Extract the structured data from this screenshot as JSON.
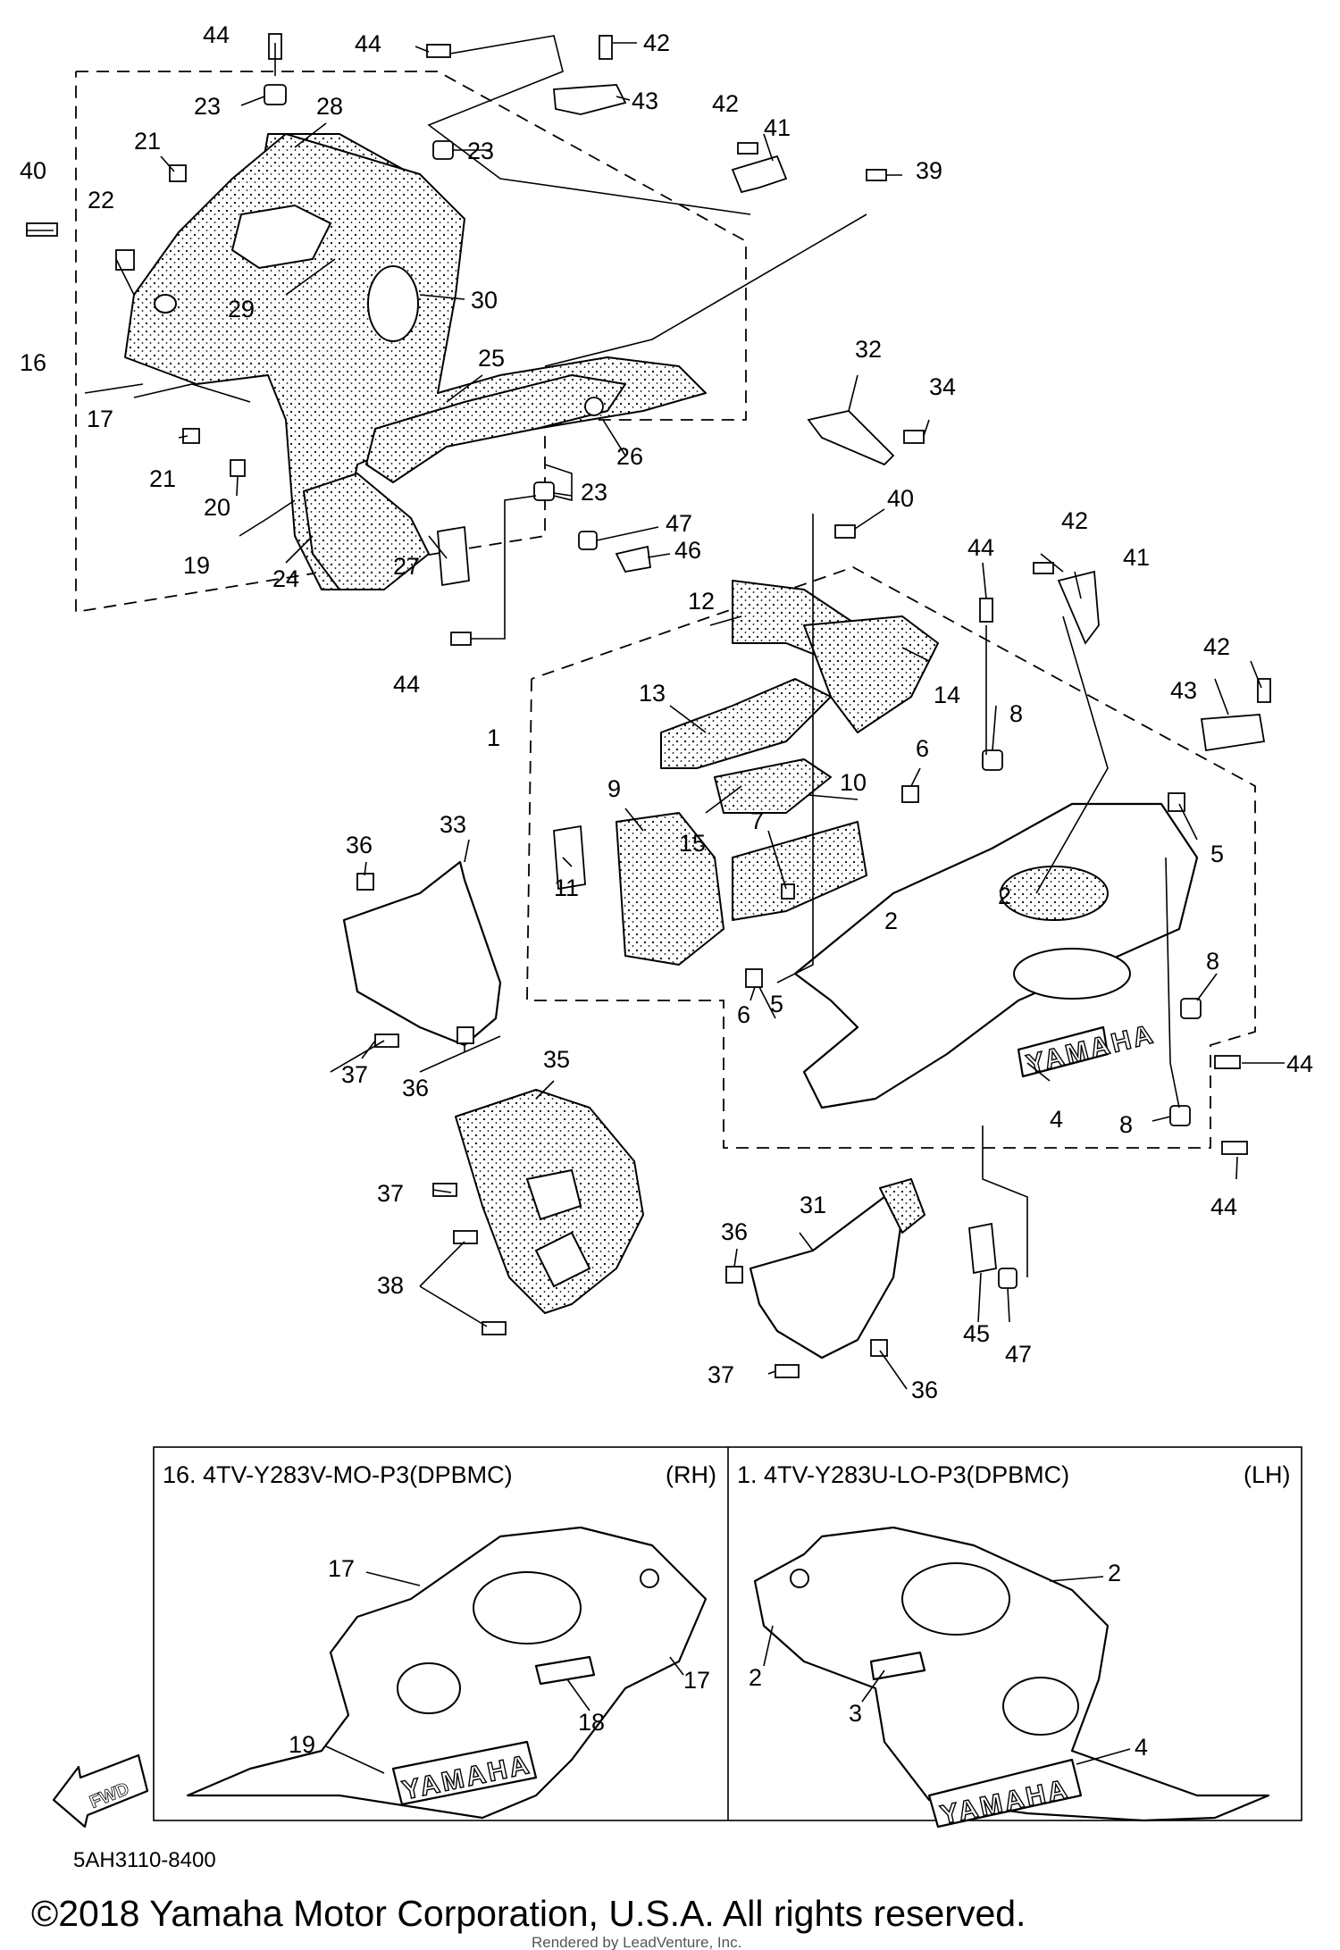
{
  "callouts": {
    "c1": "1",
    "c2a": "2",
    "c2b": "2",
    "c4": "4",
    "c5a": "5",
    "c5b": "5",
    "c6a": "6",
    "c6b": "6",
    "c7": "7",
    "c8a": "8",
    "c8b": "8",
    "c8c": "8",
    "c9": "9",
    "c10": "10",
    "c11": "11",
    "c12": "12",
    "c13": "13",
    "c14": "14",
    "c15": "15",
    "c16": "16",
    "c17": "17",
    "c19": "19",
    "c20": "20",
    "c21a": "21",
    "c21b": "21",
    "c22": "22",
    "c23a": "23",
    "c23b": "23",
    "c23c": "23",
    "c24": "24",
    "c25": "25",
    "c26": "26",
    "c27": "27",
    "c28": "28",
    "c29": "29",
    "c30": "30",
    "c31": "31",
    "c32": "32",
    "c33": "33",
    "c34": "34",
    "c35": "35",
    "c36a": "36",
    "c36b": "36",
    "c36c": "36",
    "c36d": "36",
    "c37a": "37",
    "c37b": "37",
    "c37c": "37",
    "c38": "38",
    "c39": "39",
    "c40a": "40",
    "c40b": "40",
    "c41a": "41",
    "c41b": "41",
    "c42a": "42",
    "c42b": "42",
    "c42c": "42",
    "c42d": "42",
    "c43a": "43",
    "c43b": "43",
    "c44a": "44",
    "c44b": "44",
    "c44c": "44",
    "c44d": "44",
    "c44e": "44",
    "c44f": "44",
    "c45": "45",
    "c46": "46",
    "c47a": "47",
    "c47b": "47"
  },
  "inset_right": {
    "title": "16. 4TV-Y283V-MO-P3(DPBMC)",
    "side": "(RH)",
    "c17a": "17",
    "c17b": "17",
    "c18": "18",
    "c19": "19"
  },
  "inset_left": {
    "title": "1. 4TV-Y283U-LO-P3(DPBMC)",
    "side": "(LH)",
    "c2a": "2",
    "c2b": "2",
    "c3": "3",
    "c4": "4"
  },
  "decal_text": "YAMAHA",
  "fwd_label": "FWD",
  "diagram_code": "5AH3110-8400",
  "copyright": "©2018 Yamaha Motor Corporation, U.S.A. All rights reserved.",
  "render_credit": "Rendered by LeadVenture, Inc."
}
